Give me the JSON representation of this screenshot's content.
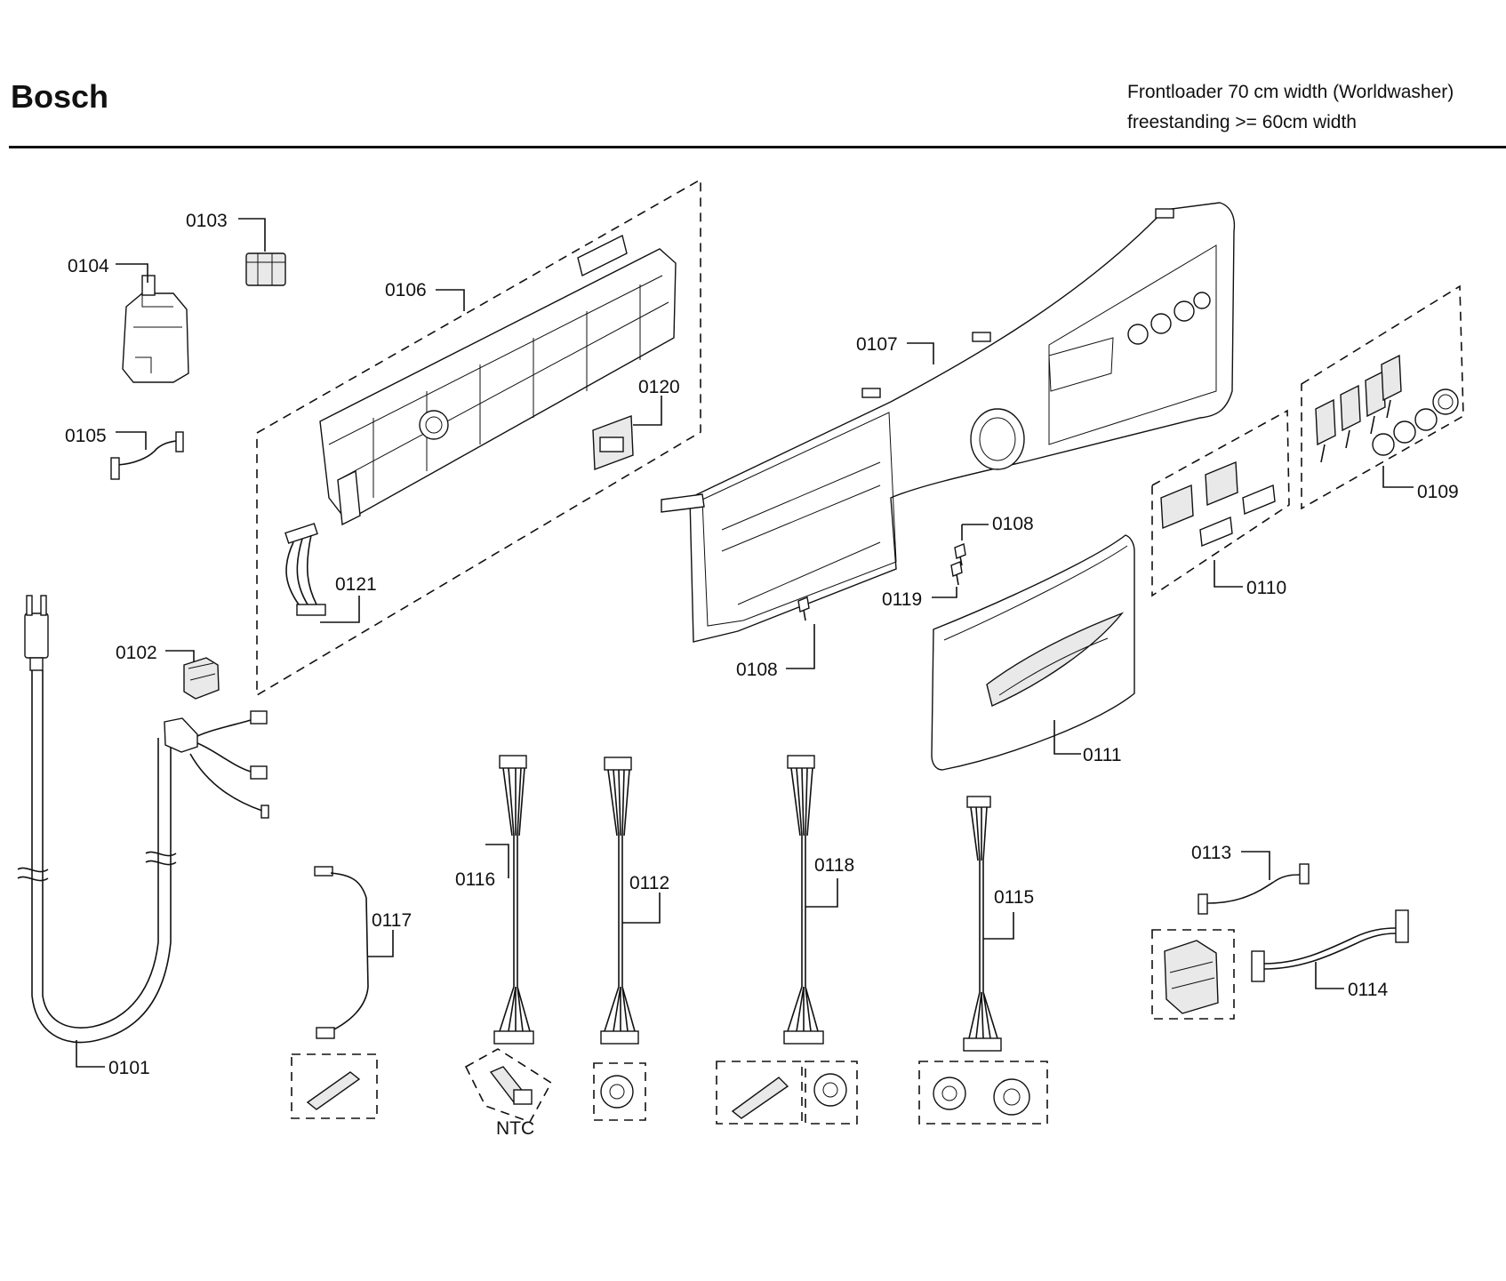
{
  "header": {
    "brand": "Bosch",
    "model_line1": "Frontloader 70 cm width (Worldwasher)",
    "model_line2": "freestanding >= 60cm width"
  },
  "parts": {
    "p0101": "0101",
    "p0102": "0102",
    "p0103": "0103",
    "p0104": "0104",
    "p0105": "0105",
    "p0106": "0106",
    "p0107": "0107",
    "p0108a": "0108",
    "p0108b": "0108",
    "p0109": "0109",
    "p0110": "0110",
    "p0111": "0111",
    "p0112": "0112",
    "p0113": "0113",
    "p0114": "0114",
    "p0115": "0115",
    "p0116": "0116",
    "p0117": "0117",
    "p0118": "0118",
    "p0119": "0119",
    "p0120": "0120",
    "p0121": "0121"
  },
  "notes": {
    "ntc": "NTC"
  }
}
